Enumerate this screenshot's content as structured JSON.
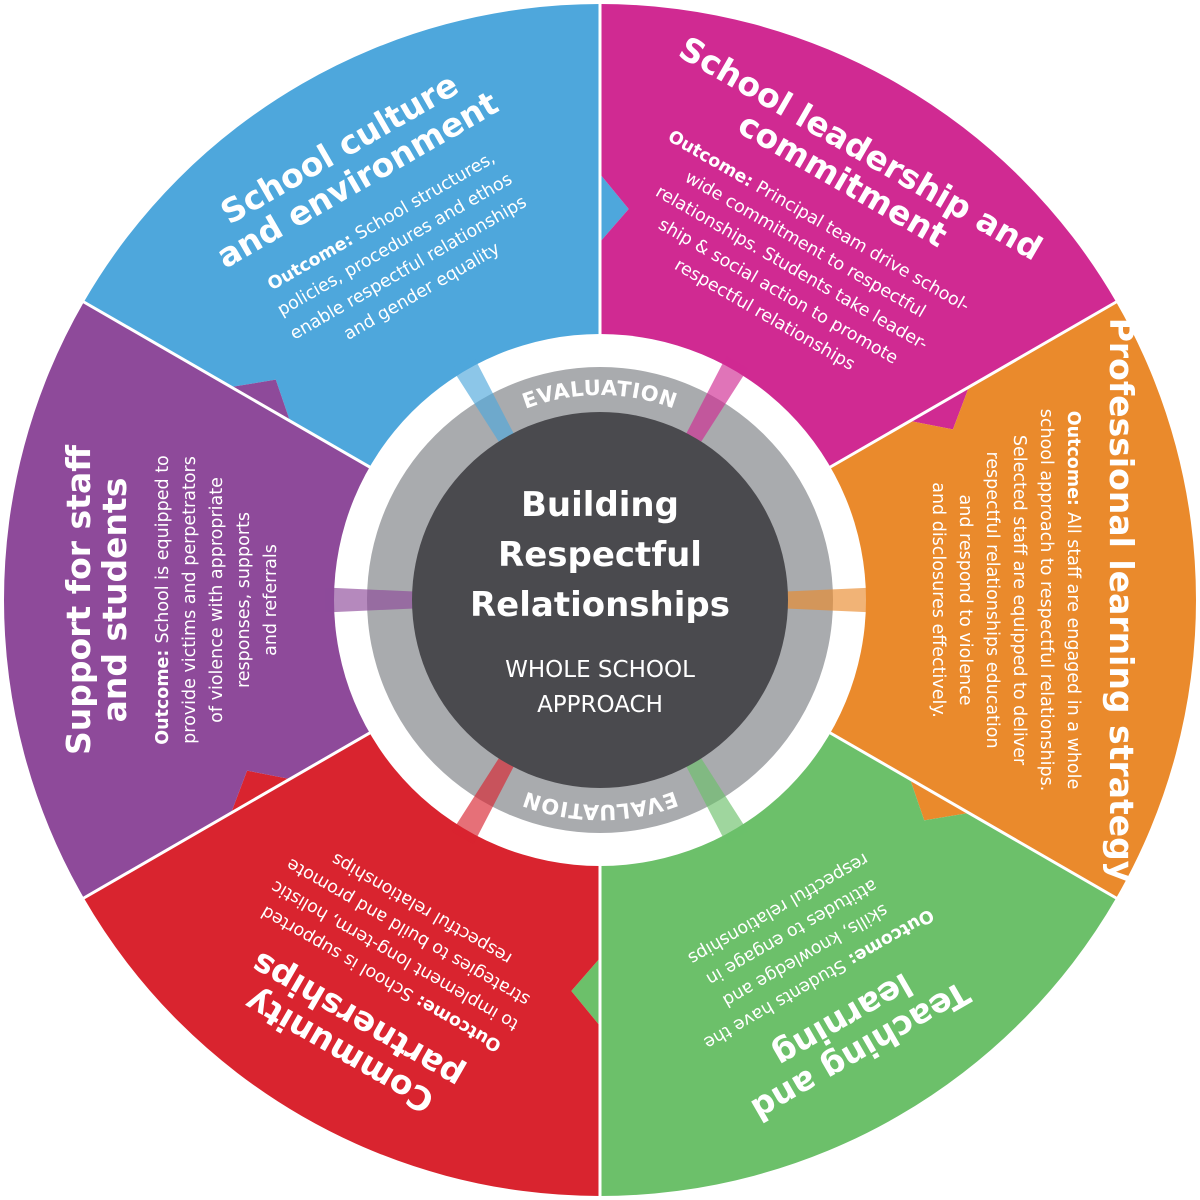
{
  "center": {
    "title_lines": [
      "Building",
      "Respectful",
      "Relationships"
    ],
    "subtitle_lines": [
      "WHOLE SCHOOL",
      "APPROACH"
    ]
  },
  "evaluation_top": "EVALUATION",
  "evaluation_bottom": "EVALUATION",
  "outcome_label": "Outcome:",
  "colors": {
    "blue": "#4ea7dc",
    "magenta": "#d02a92",
    "orange": "#ea8a2c",
    "green": "#6cc06a",
    "red": "#d9242f",
    "purple": "#8e4a9a",
    "hub": "#4a4a4e",
    "ring": "#a9abae"
  },
  "segments": [
    {
      "id": "culture",
      "color": "#4ea7dc",
      "title_lines": [
        "School culture",
        "and environment"
      ],
      "outcome_first": "School structures,",
      "text_lines": [
        "policies, procedures and ethos",
        "enable respectful relationships",
        "and gender equality"
      ]
    },
    {
      "id": "leadership",
      "color": "#d02a92",
      "title_lines": [
        "School leadership and",
        "commitment"
      ],
      "outcome_first": "Principal team drive school-",
      "text_lines": [
        "wide commitment to respectful",
        "relationships. Students take leader-",
        "ship & social action to promote",
        "respectful relationships"
      ]
    },
    {
      "id": "professional",
      "color": "#ea8a2c",
      "title_lines": [
        "Professional learning strategy"
      ],
      "outcome_first": "All staff are engaged in a whole",
      "text_lines": [
        "school approach to respectful relationships.",
        "Selected staff are equipped to deliver",
        "respectful relationships education",
        "and respond to violence",
        "and disclosures effectively."
      ]
    },
    {
      "id": "teaching",
      "color": "#6cc06a",
      "title_lines": [
        "Teaching and",
        "learning"
      ],
      "outcome_first": "Students have the",
      "text_lines": [
        "skills, knowledge and",
        "attitudes to engage in",
        "respectful relationships"
      ]
    },
    {
      "id": "community",
      "color": "#d9242f",
      "title_lines": [
        "Community",
        "partnerships"
      ],
      "outcome_first": "School is supported",
      "text_lines": [
        "to implement long-term, holistic",
        "strategies to build and promote",
        "respectful relationships"
      ]
    },
    {
      "id": "support",
      "color": "#8e4a9a",
      "title_lines": [
        "Support for staff",
        "and students"
      ],
      "outcome_first": "School is equipped to",
      "text_lines": [
        "provide victims and perpetrators",
        "of violence with appropriate",
        "responses, supports",
        "and referrals"
      ]
    }
  ]
}
